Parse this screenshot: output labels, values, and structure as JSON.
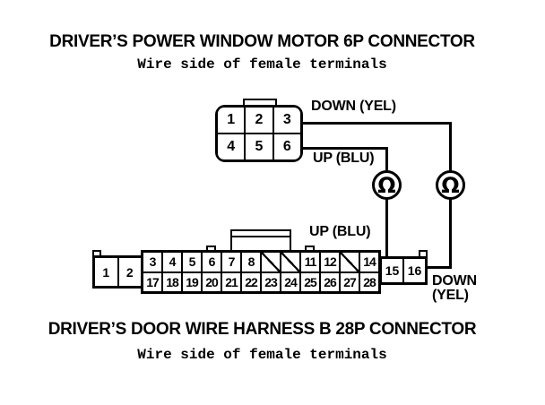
{
  "titles": {
    "top_title": "DRIVER’S POWER WINDOW MOTOR 6P CONNECTOR",
    "top_subtitle": "Wire side of female terminals",
    "bottom_title": "DRIVER’S DOOR WIRE HARNESS B 28P CONNECTOR",
    "bottom_subtitle": "Wire side of female terminals"
  },
  "connector_6p": {
    "pins": [
      "1",
      "2",
      "3",
      "4",
      "5",
      "6"
    ]
  },
  "connector_28p": {
    "left_pins": [
      "1",
      "2"
    ],
    "top_row": [
      "3",
      "4",
      "5",
      "6",
      "7",
      "8",
      "",
      "",
      "11",
      "12",
      "",
      "14"
    ],
    "bottom_row": [
      "17",
      "18",
      "19",
      "20",
      "21",
      "22",
      "23",
      "24",
      "25",
      "26",
      "27",
      "28"
    ],
    "right_pins": [
      "15",
      "16"
    ],
    "hatched_top_row_positions": [
      7,
      8,
      11
    ]
  },
  "wires": {
    "down_label_top": "DOWN (YEL)",
    "up_label_top": "UP (BLU)",
    "up_label_bottom": "UP (BLU)",
    "down_label_bottom_line1": "DOWN",
    "down_label_bottom_line2": "(YEL)",
    "resistor_symbol": "Ω"
  },
  "colors": {
    "ink": "#000000",
    "background": "#ffffff"
  }
}
